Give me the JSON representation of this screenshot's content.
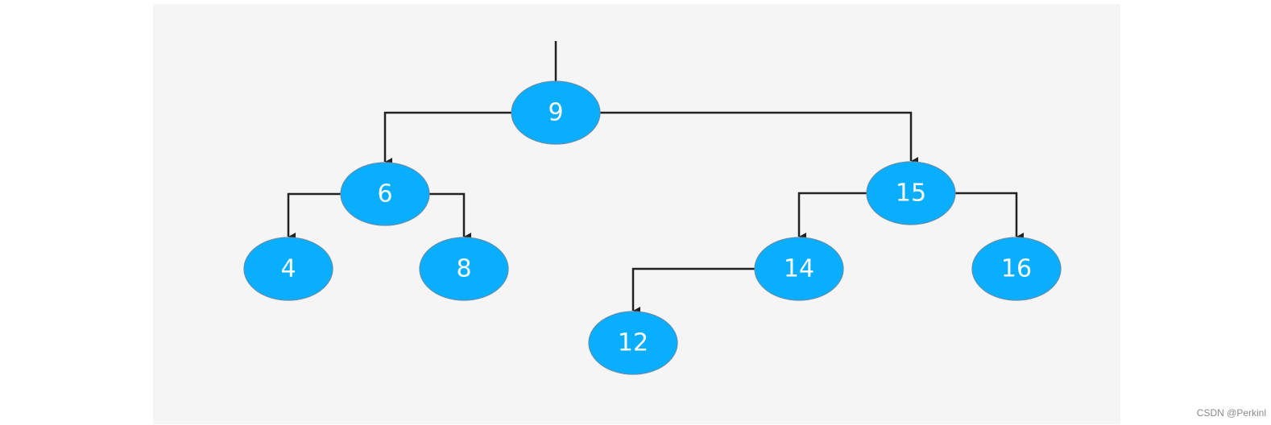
{
  "colors": {
    "node_fill": "#0aaeff",
    "node_stroke": "#5a8fb0",
    "edge": "#222222",
    "background": "#f5f5f5"
  },
  "nodes": [
    {
      "id": "n9",
      "label": "9"
    },
    {
      "id": "n6",
      "label": "6"
    },
    {
      "id": "n15",
      "label": "15"
    },
    {
      "id": "n4",
      "label": "4"
    },
    {
      "id": "n8",
      "label": "8"
    },
    {
      "id": "n14",
      "label": "14"
    },
    {
      "id": "n16",
      "label": "16"
    },
    {
      "id": "n12",
      "label": "12"
    }
  ],
  "edges": [
    {
      "from": "n9",
      "to": "n6"
    },
    {
      "from": "n9",
      "to": "n15"
    },
    {
      "from": "n6",
      "to": "n4"
    },
    {
      "from": "n6",
      "to": "n8"
    },
    {
      "from": "n15",
      "to": "n14"
    },
    {
      "from": "n15",
      "to": "n16"
    },
    {
      "from": "n14",
      "to": "n12"
    }
  ],
  "watermark": "CSDN @Perkinl"
}
